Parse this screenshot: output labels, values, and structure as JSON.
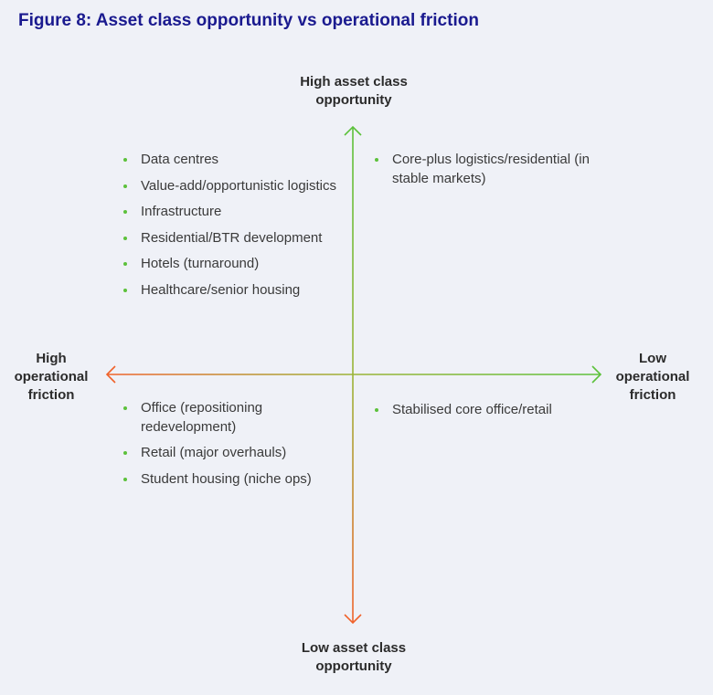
{
  "title": "Figure 8: Asset class opportunity vs operational friction",
  "axes": {
    "top": [
      "High asset class",
      "opportunity"
    ],
    "bottom": [
      "Low asset class",
      "opportunity"
    ],
    "left": [
      "High",
      "operational",
      "friction"
    ],
    "right": [
      "Low",
      "operational",
      "friction"
    ]
  },
  "quadrants": {
    "top_left": [
      "Data centres",
      "Value-add/opportunistic logistics",
      "Infrastructure",
      "Residential/BTR development",
      "Hotels (turnaround)",
      "Healthcare/senior housing"
    ],
    "top_right": [
      "Core-plus logistics/residential (in stable markets)"
    ],
    "bottom_left": [
      "Office (repositioning redevelopment)",
      "Retail (major overhauls)",
      "Student housing (niche ops)"
    ],
    "bottom_right": [
      "Stabilised core office/retail"
    ]
  },
  "colors": {
    "title": "#1a1a8f",
    "green": "#5cc13b",
    "orange": "#f0622a",
    "background": "#eff1f7"
  }
}
